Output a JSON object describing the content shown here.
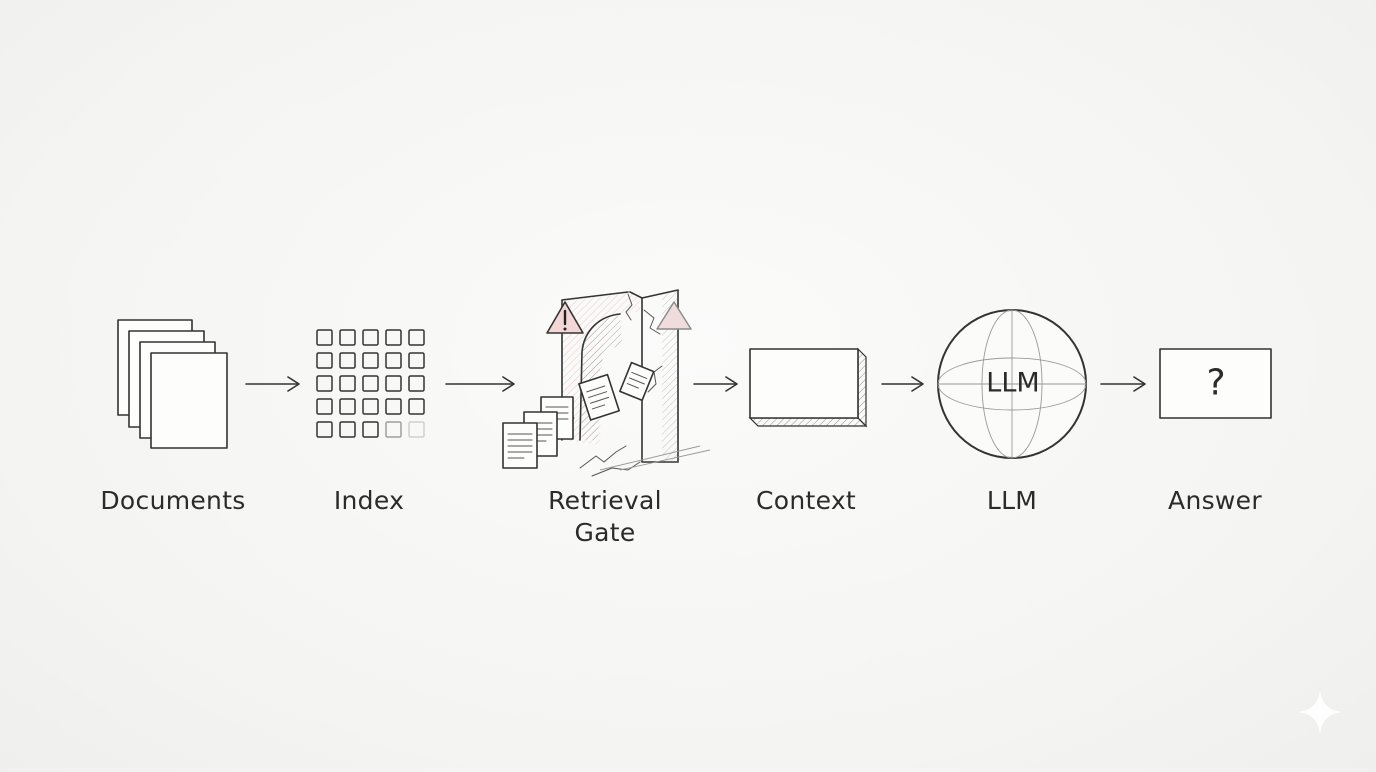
{
  "stages": [
    {
      "id": "documents",
      "label": "Documents"
    },
    {
      "id": "index",
      "label": "Index"
    },
    {
      "id": "retrieval-gate",
      "label_line1": "Retrieval",
      "label_line2": "Gate"
    },
    {
      "id": "context",
      "label": "Context"
    },
    {
      "id": "llm",
      "label": "LLM",
      "inner_text": "LLM"
    },
    {
      "id": "answer",
      "label": "Answer",
      "inner_text": "?"
    }
  ],
  "colors": {
    "ink": "#333333",
    "warning": "#c94a4a",
    "background": "#f6f6f4"
  }
}
